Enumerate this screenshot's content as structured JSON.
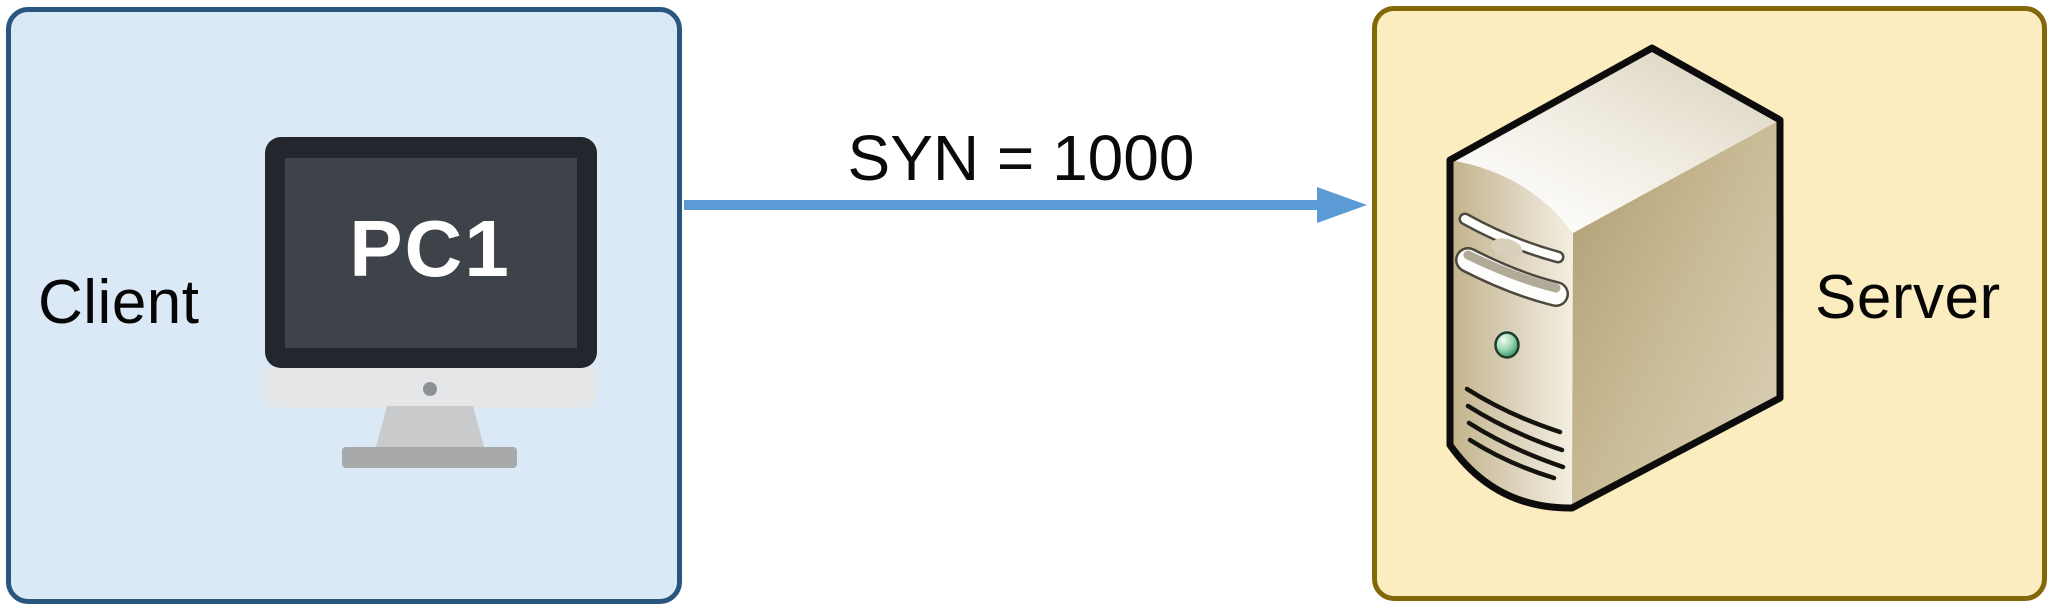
{
  "diagram": {
    "type": "network-message-diagram",
    "background_color": "#ffffff",
    "client": {
      "label": "Client",
      "device_label": "PC1",
      "box_fill": "#dbe8f6",
      "box_border": "#28567f",
      "icon": "desktop-monitor-icon"
    },
    "server": {
      "label": "Server",
      "box_fill": "#fcedc1",
      "box_border": "#836809",
      "icon": "server-tower-icon"
    },
    "message": {
      "label": "SYN = 1000",
      "direction": "client-to-server",
      "arrow_color": "#5b9bd5"
    }
  }
}
